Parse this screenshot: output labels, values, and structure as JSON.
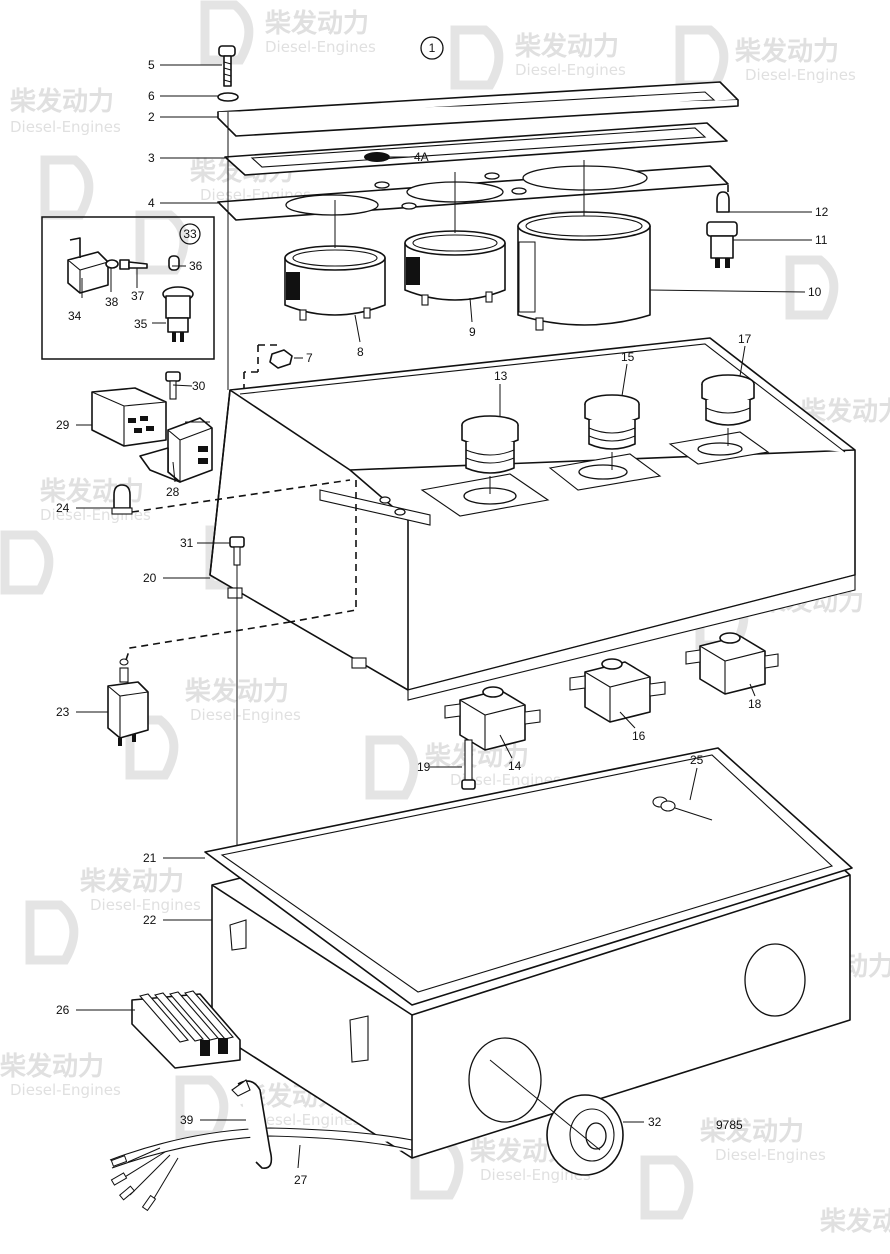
{
  "figure": {
    "circle_label": "1",
    "drawing_number": "9785"
  },
  "callouts": [
    {
      "id": "c2",
      "text": "2"
    },
    {
      "id": "c3",
      "text": "3"
    },
    {
      "id": "c4",
      "text": "4"
    },
    {
      "id": "c4a",
      "text": "4A"
    },
    {
      "id": "c5",
      "text": "5"
    },
    {
      "id": "c6",
      "text": "6"
    },
    {
      "id": "c7",
      "text": "7"
    },
    {
      "id": "c8",
      "text": "8"
    },
    {
      "id": "c9",
      "text": "9"
    },
    {
      "id": "c10",
      "text": "10"
    },
    {
      "id": "c11",
      "text": "11"
    },
    {
      "id": "c12",
      "text": "12"
    },
    {
      "id": "c13",
      "text": "13"
    },
    {
      "id": "c14",
      "text": "14"
    },
    {
      "id": "c15",
      "text": "15"
    },
    {
      "id": "c16",
      "text": "16"
    },
    {
      "id": "c17",
      "text": "17"
    },
    {
      "id": "c18",
      "text": "18"
    },
    {
      "id": "c19",
      "text": "19"
    },
    {
      "id": "c20",
      "text": "20"
    },
    {
      "id": "c21",
      "text": "21"
    },
    {
      "id": "c22",
      "text": "22"
    },
    {
      "id": "c23",
      "text": "23"
    },
    {
      "id": "c24",
      "text": "24"
    },
    {
      "id": "c25",
      "text": "25"
    },
    {
      "id": "c26",
      "text": "26"
    },
    {
      "id": "c27",
      "text": "27"
    },
    {
      "id": "c28",
      "text": "28"
    },
    {
      "id": "c29",
      "text": "29"
    },
    {
      "id": "c30",
      "text": "30"
    },
    {
      "id": "c31",
      "text": "31"
    },
    {
      "id": "c32",
      "text": "32"
    },
    {
      "id": "c33",
      "text": "33"
    },
    {
      "id": "c34",
      "text": "34"
    },
    {
      "id": "c35",
      "text": "35"
    },
    {
      "id": "c36",
      "text": "36"
    },
    {
      "id": "c37",
      "text": "37"
    },
    {
      "id": "c38",
      "text": "38"
    },
    {
      "id": "c39",
      "text": "39"
    }
  ],
  "watermark": {
    "brand": "柴发动力",
    "tagline": "Diesel-Engines"
  },
  "colors": {
    "line": "#111111",
    "background": "#ffffff",
    "watermark": "#c7c7c7"
  }
}
